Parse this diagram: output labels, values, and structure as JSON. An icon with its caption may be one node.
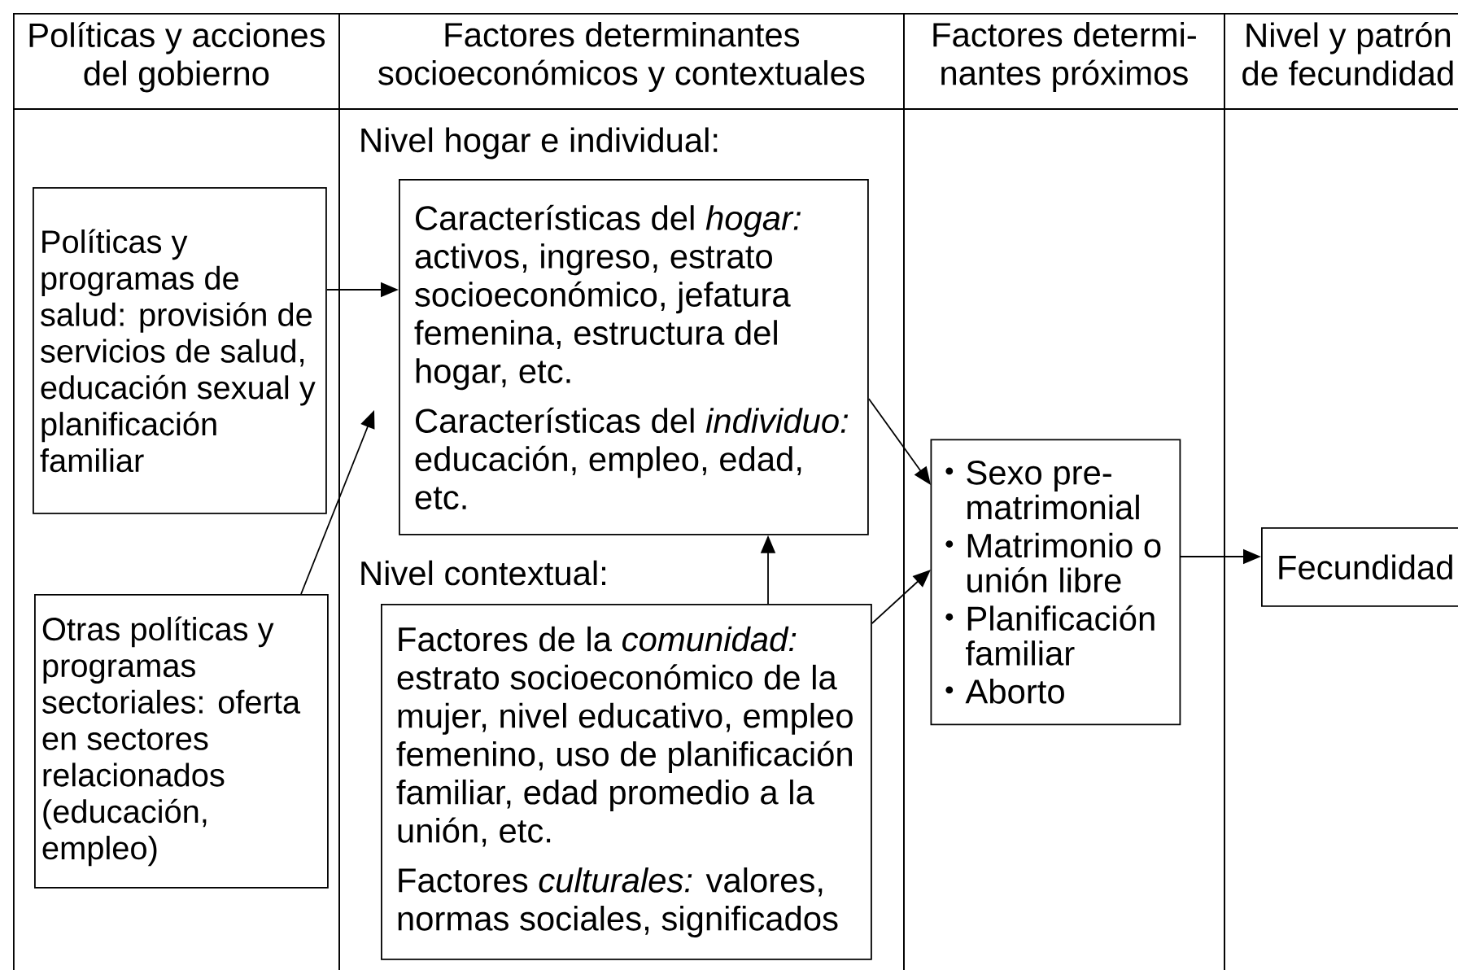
{
  "diagram": {
    "nodes": [
      {
        "text": [
          "Políticas y acciones del gobierno"
        ]
      },
      {
        "text": [
          "Factores determinantes socioeconómicos y contextuales"
        ]
      },
      {
        "text": [
          "Factores determi- nantes próximos"
        ]
      },
      {
        "text": [
          "Nivel y patrón de fecundidad"
        ]
      },
      {
        "text": [
          "Políticas y programas de salud: provisión de servicios de salud, educación sexual y planificación familiar"
        ],
        "in": 0
      },
      {
        "text": [
          "Otras políticas y programas sectoriales: oferta en sectores relacionados (educación, empleo)"
        ],
        "in": 0
      },
      {
        "text": [
          "Características del *hogar:* activos, ingreso, estrato socioeconómico, jefatura femenina, estructura del hogar, etc.",
          "Características del *individuo:* educación, empleo, edad, etc."
        ],
        "in": 1
      },
      {
        "text": [
          "Factores de la *comunidad:* estrato socioeconómico de la mujer, nivel educativo, empleo femenino, uso de planificación familiar, edad promedio a la unión, etc.",
          "Factores *culturales:* valores, normas sociales, significados"
        ],
        "in": 1
      },
      {
        "text": [
          "Sexo pre- matrimonial",
          "Matrimonio o unión libre",
          "Planificación familiar",
          "Aborto"
        ],
        "in": 2
      },
      {
        "text": [
          "Fecundidad"
        ],
        "in": 3
      }
    ],
    "edges": [
      {
        "from": 4,
        "to": 6,
        "arrow": "to"
      },
      {
        "from": 5,
        "to": 6,
        "arrow": "to"
      },
      {
        "from": 7,
        "to": 6,
        "arrow": "to"
      },
      {
        "from": 6,
        "to": 8,
        "arrow": "to"
      },
      {
        "from": 7,
        "to": 8,
        "arrow": "to"
      },
      {
        "from": 8,
        "to": 9,
        "arrow": "to"
      }
    ],
    "labels": [
      "Nivel hogar e individual:",
      "Nivel contextual:"
    ]
  }
}
